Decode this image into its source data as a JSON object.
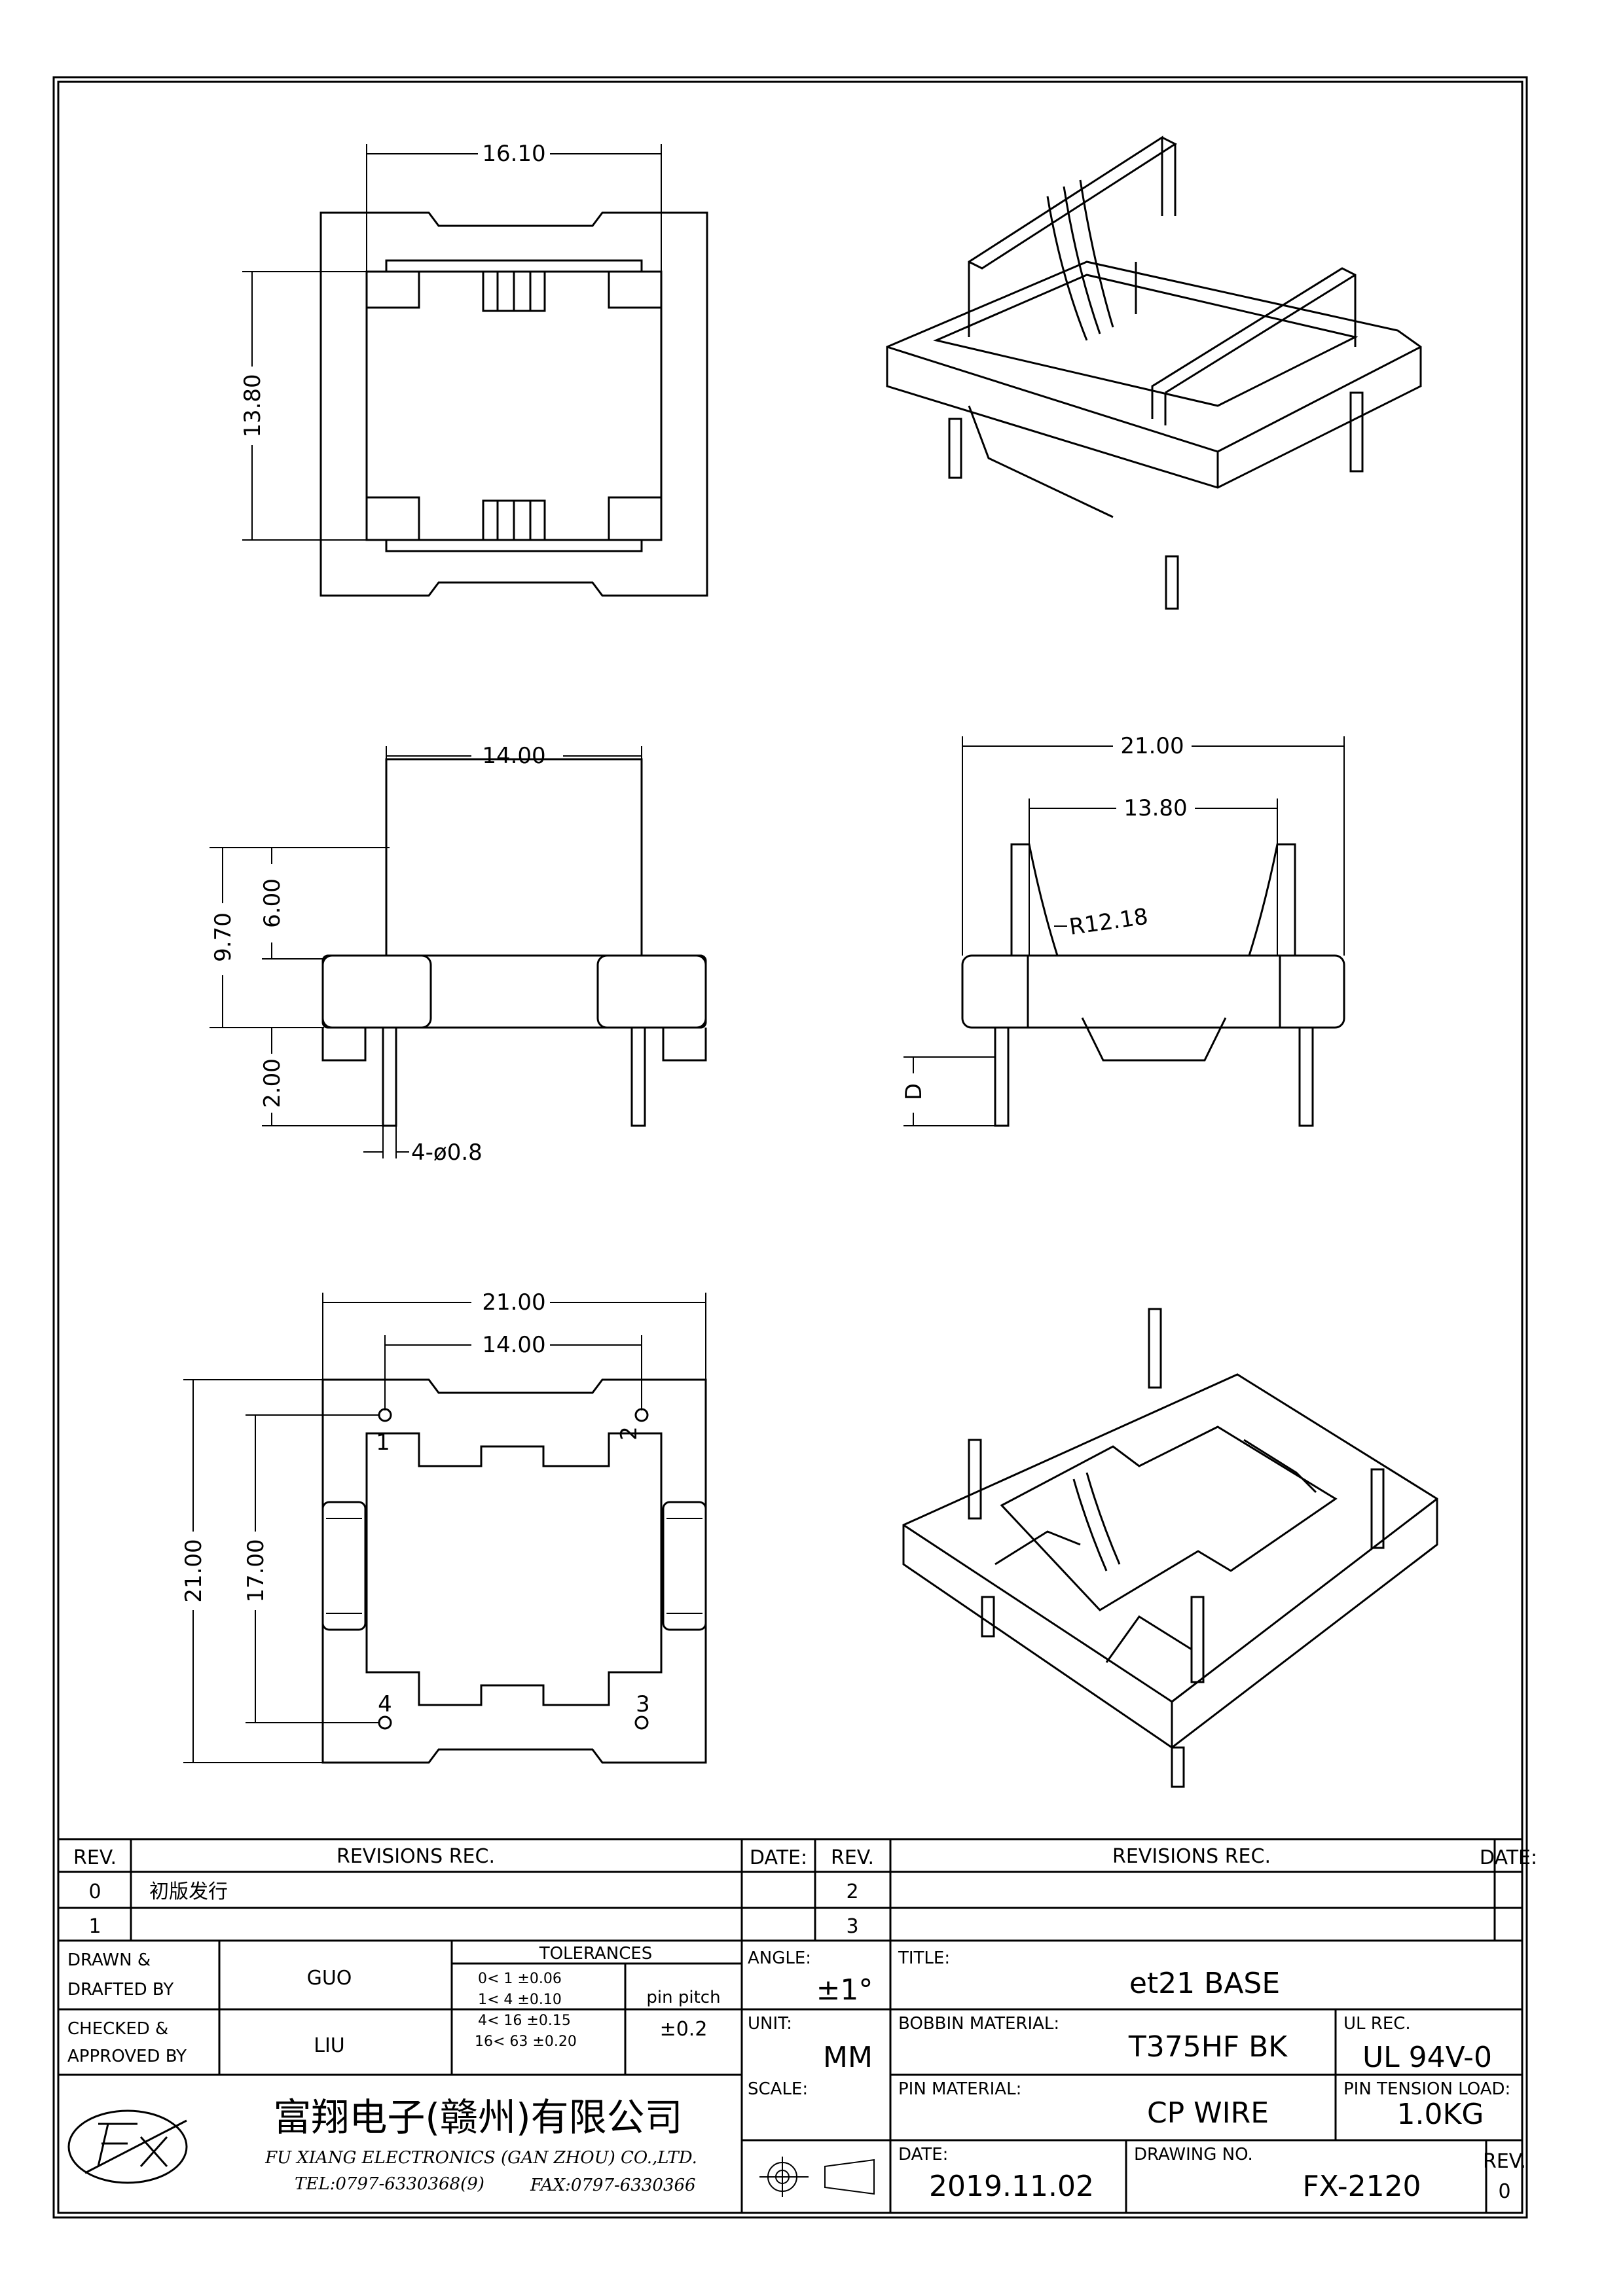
{
  "dimensions": {
    "top_width": "16.10",
    "top_height": "13.80",
    "side_width": "14.00",
    "side_total_height": "9.70",
    "side_upper_height": "6.00",
    "side_pin_length": "2.00",
    "side_pins": "4-ø0.8",
    "front_width": "21.00",
    "front_inner_width": "13.80",
    "front_radius": "R12.18",
    "front_pin_d": "D",
    "bottom_width": "21.00",
    "bottom_pin_span": "14.00",
    "bottom_height": "21.00",
    "bottom_pin_rows": "17.00"
  },
  "pins": [
    "1",
    "2",
    "3",
    "4"
  ],
  "title_block": {
    "rev_header": "REV.",
    "revisions_header": "REVISIONS   REC.",
    "date_header": "DATE:",
    "rev_rows_left": [
      {
        "rev": "0",
        "text": "初版发行"
      },
      {
        "rev": "1",
        "text": ""
      }
    ],
    "rev_rows_right": [
      {
        "rev": "2",
        "text": ""
      },
      {
        "rev": "3",
        "text": ""
      }
    ],
    "drawn_label_1": "DRAWN &",
    "drawn_label_2": "DRAFTED BY",
    "drawn_value": "GUO",
    "checked_label_1": "CHECKED &",
    "checked_label_2": "APPROVED BY",
    "checked_value": "LIU",
    "tolerances_label": "TOLERANCES",
    "tolerance_rows": [
      "0<  1   ±0.06",
      "1<  4   ±0.10",
      "4<  16  ±0.15",
      "16<  63  ±0.20"
    ],
    "pin_pitch_label": "pin pitch",
    "pin_pitch_value": "±0.2",
    "angle_label": "ANGLE:",
    "angle_value": "±1°",
    "unit_label": "UNIT:",
    "unit_value": "MM",
    "scale_label": "SCALE:",
    "title_label": "TITLE:",
    "title_value": "et21  BASE",
    "bobbin_label": "BOBBIN MATERIAL:",
    "bobbin_value": "T375HF  BK",
    "ul_label": "UL REC.",
    "ul_value": "UL  94V-0",
    "pin_material_label": "PIN MATERIAL:",
    "pin_material_value": "CP  WIRE",
    "pin_tension_label": "PIN TENSION LOAD:",
    "pin_tension_value": "1.0KG",
    "date_label": "DATE:",
    "date_value": "2019.11.02",
    "drawing_no_label": "DRAWING NO.",
    "drawing_no_value": "FX-2120",
    "rev_label": "REV.",
    "rev_value": "0",
    "company_cn": "富翔电子(赣州)有限公司",
    "company_en": "FU XIANG ELECTRONICS (GAN ZHOU) CO.,LTD.",
    "tel": "TEL:0797-6330368(9)",
    "fax": "FAX:0797-6330366",
    "logo_text": "FX"
  }
}
